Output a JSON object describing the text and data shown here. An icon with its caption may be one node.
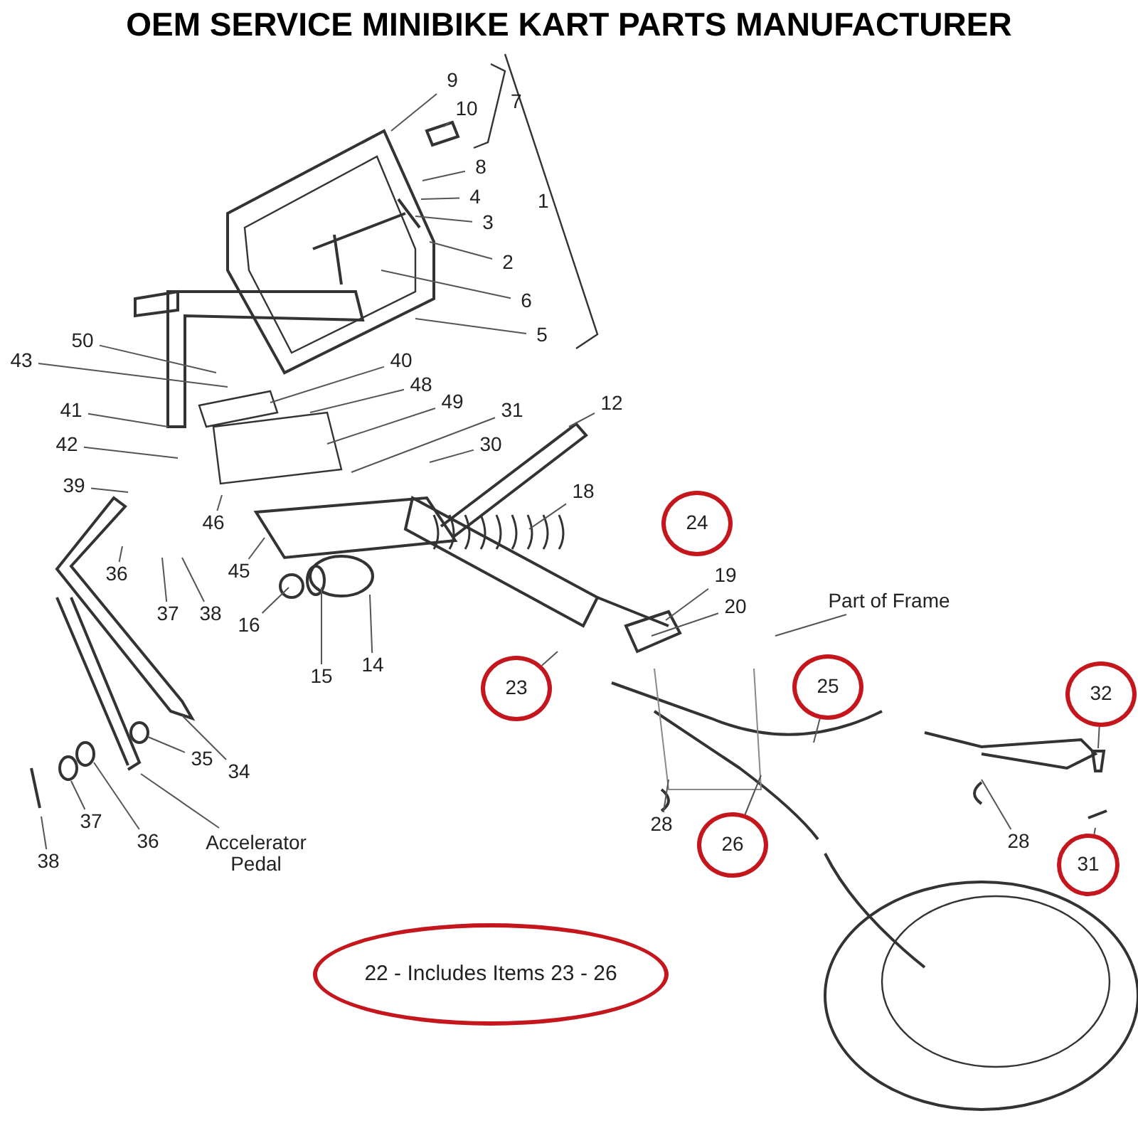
{
  "diagram": {
    "title": "OEM SERVICE MINIBIKE KART PARTS MANUFACTURER",
    "nodes": [
      {
        "text": [
          "9"
        ]
      },
      {
        "text": [
          "10"
        ]
      },
      {
        "text": [
          "8"
        ]
      },
      {
        "text": [
          "4"
        ]
      },
      {
        "text": [
          "3"
        ]
      },
      {
        "text": [
          "2"
        ]
      },
      {
        "text": [
          "6"
        ]
      },
      {
        "text": [
          "5"
        ]
      },
      {
        "text": [
          "50"
        ]
      },
      {
        "text": [
          "43"
        ]
      },
      {
        "text": [
          "40"
        ]
      },
      {
        "text": [
          "48"
        ]
      },
      {
        "text": [
          "41"
        ]
      },
      {
        "text": [
          "49"
        ]
      },
      {
        "text": [
          "31"
        ]
      },
      {
        "text": [
          "12"
        ]
      },
      {
        "text": [
          "42"
        ]
      },
      {
        "text": [
          "30"
        ]
      },
      {
        "text": [
          "39"
        ]
      },
      {
        "text": [
          "18"
        ]
      },
      {
        "text": [
          "46"
        ]
      },
      {
        "text": [
          "45"
        ]
      },
      {
        "text": [
          "36"
        ]
      },
      {
        "text": [
          "37"
        ]
      },
      {
        "text": [
          "38"
        ]
      },
      {
        "text": [
          "16"
        ]
      },
      {
        "text": [
          "15"
        ]
      },
      {
        "text": [
          "14"
        ]
      },
      {
        "text": [
          "23"
        ]
      },
      {
        "text": [
          "24"
        ]
      },
      {
        "text": [
          "19"
        ]
      },
      {
        "text": [
          "20"
        ]
      },
      {
        "text": [
          "Part of Frame"
        ]
      },
      {
        "text": [
          "25"
        ]
      },
      {
        "text": [
          "32"
        ]
      },
      {
        "text": [
          "35"
        ]
      },
      {
        "text": [
          "34"
        ]
      },
      {
        "text": [
          "28"
        ]
      },
      {
        "text": [
          "28"
        ]
      },
      {
        "text": [
          "26"
        ]
      },
      {
        "text": [
          "31"
        ]
      },
      {
        "text": [
          "37"
        ]
      },
      {
        "text": [
          "36"
        ]
      },
      {
        "text": [
          "38"
        ]
      },
      {
        "text": [
          "Accelerator Pedal"
        ]
      },
      {
        "text": [
          "22 - Includes Items 23 - 26"
        ]
      }
    ],
    "edges": [
      {
        "from": 0,
        "to": null,
        "arrow": "none"
      },
      {
        "from": 1,
        "to": null,
        "arrow": "none"
      },
      {
        "from": 2,
        "to": null,
        "arrow": "none"
      },
      {
        "from": 3,
        "to": null,
        "arrow": "none"
      },
      {
        "from": 4,
        "to": null,
        "arrow": "none"
      },
      {
        "from": 5,
        "to": null,
        "arrow": "none"
      },
      {
        "from": 6,
        "to": null,
        "arrow": "none"
      },
      {
        "from": 7,
        "to": null,
        "arrow": "none"
      },
      {
        "from": 8,
        "to": null,
        "arrow": "none"
      },
      {
        "from": 9,
        "to": null,
        "arrow": "none"
      },
      {
        "from": 10,
        "to": null,
        "arrow": "none"
      },
      {
        "from": 11,
        "to": null,
        "arrow": "none"
      },
      {
        "from": 12,
        "to": null,
        "arrow": "none"
      },
      {
        "from": 13,
        "to": null,
        "arrow": "none"
      },
      {
        "from": 14,
        "to": null,
        "arrow": "none"
      },
      {
        "from": 15,
        "to": null,
        "arrow": "none"
      },
      {
        "from": 16,
        "to": null,
        "arrow": "none"
      },
      {
        "from": 17,
        "to": null,
        "arrow": "none"
      },
      {
        "from": 18,
        "to": null,
        "arrow": "none"
      },
      {
        "from": 19,
        "to": null,
        "arrow": "none"
      },
      {
        "from": 20,
        "to": null,
        "arrow": "none"
      },
      {
        "from": 21,
        "to": null,
        "arrow": "none"
      },
      {
        "from": 22,
        "to": null,
        "arrow": "none"
      },
      {
        "from": 23,
        "to": null,
        "arrow": "none"
      },
      {
        "from": 24,
        "to": null,
        "arrow": "none"
      },
      {
        "from": 25,
        "to": null,
        "arrow": "none"
      },
      {
        "from": 26,
        "to": null,
        "arrow": "none"
      },
      {
        "from": 27,
        "to": null,
        "arrow": "none"
      },
      {
        "from": 28,
        "to": null,
        "arrow": "none"
      },
      {
        "from": 30,
        "to": null,
        "arrow": "none"
      },
      {
        "from": 31,
        "to": null,
        "arrow": "none"
      },
      {
        "from": 32,
        "to": null,
        "arrow": "none"
      },
      {
        "from": 33,
        "to": null,
        "arrow": "none"
      },
      {
        "from": 34,
        "to": null,
        "arrow": "none"
      },
      {
        "from": 35,
        "to": null,
        "arrow": "none"
      },
      {
        "from": 36,
        "to": null,
        "arrow": "none"
      },
      {
        "from": 37,
        "to": null,
        "arrow": "none"
      },
      {
        "from": 38,
        "to": null,
        "arrow": "none"
      },
      {
        "from": 39,
        "to": null,
        "arrow": "none"
      },
      {
        "from": 40,
        "to": null,
        "arrow": "none"
      },
      {
        "from": 41,
        "to": null,
        "arrow": "none"
      },
      {
        "from": 42,
        "to": null,
        "arrow": "none"
      },
      {
        "from": 43,
        "to": null,
        "arrow": "none"
      },
      {
        "from": 44,
        "to": null,
        "arrow": "none"
      }
    ],
    "labels": [
      "7",
      "1"
    ]
  }
}
